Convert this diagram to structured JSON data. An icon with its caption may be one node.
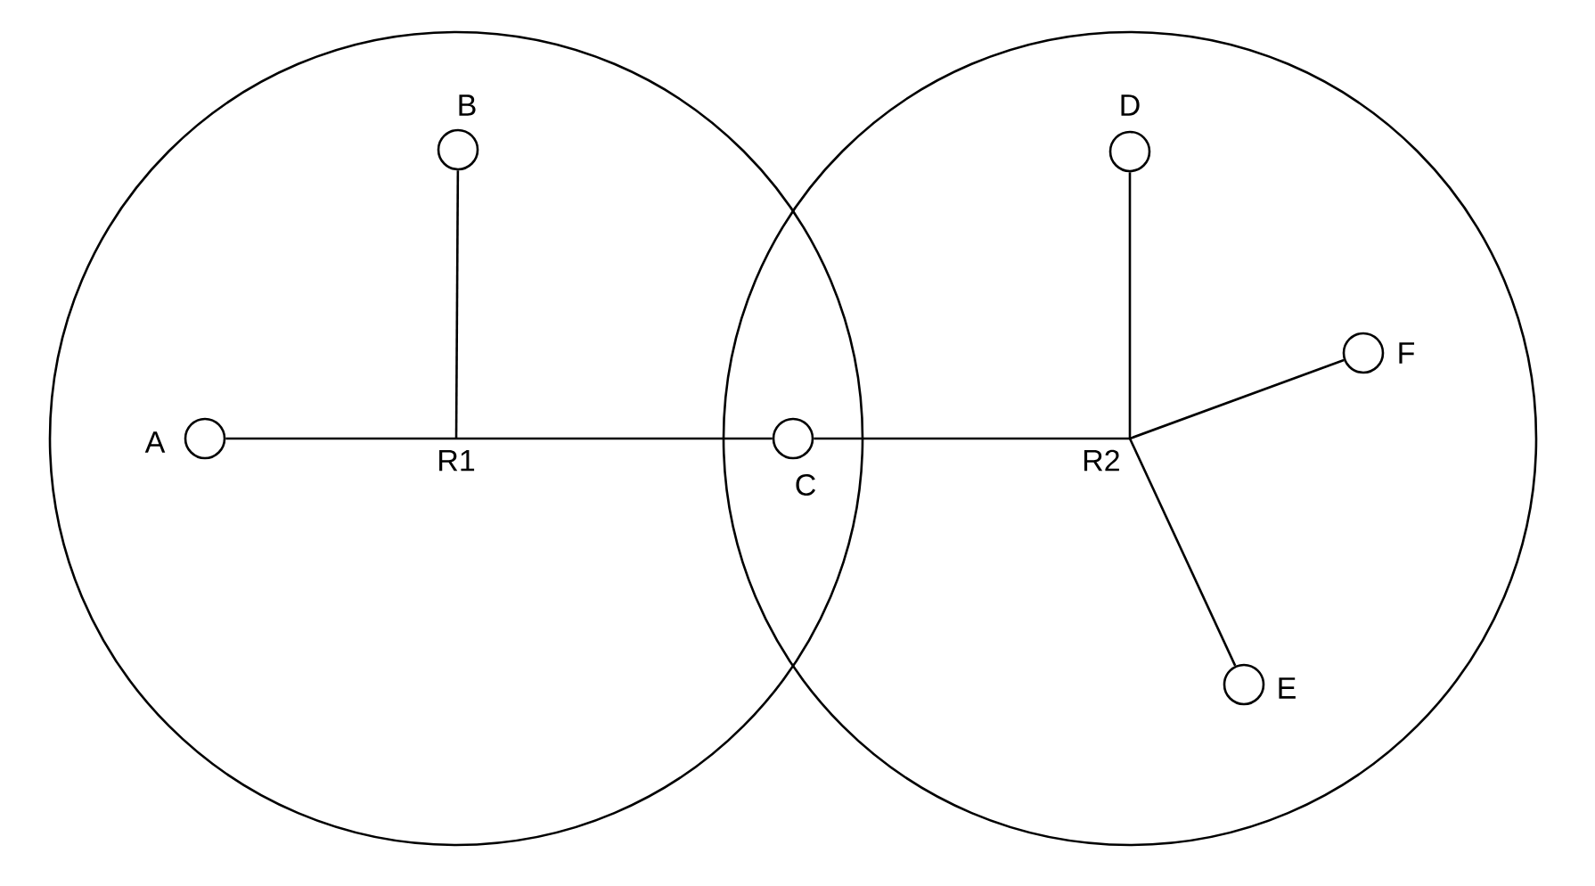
{
  "diagram": {
    "nodes": [
      {
        "text": [],
        "shape": "circle"
      },
      {
        "text": [],
        "shape": "circle",
        "beside": [
          "B"
        ],
        "in": 0
      },
      {
        "text": [],
        "shape": "circle",
        "beside": [
          "A"
        ],
        "in": 0
      },
      {
        "text": [
          "R1"
        ],
        "in": 0
      },
      {
        "text": [],
        "shape": "circle",
        "beside": [
          "C"
        ]
      },
      {
        "text": [],
        "shape": "circle"
      },
      {
        "text": [],
        "shape": "circle",
        "beside": [
          "D"
        ],
        "in": 5
      },
      {
        "text": [],
        "shape": "circle",
        "beside": [
          "F"
        ],
        "in": 5
      },
      {
        "text": [
          "R2"
        ],
        "in": 5
      },
      {
        "text": [],
        "shape": "circle",
        "beside": [
          "E"
        ],
        "in": 5
      }
    ],
    "edges": [
      {
        "from": 2,
        "to": 3,
        "arrow": "none"
      },
      {
        "from": 1,
        "to": 3,
        "arrow": "none"
      },
      {
        "from": 3,
        "to": 4,
        "arrow": "none"
      },
      {
        "from": 4,
        "to": 8,
        "arrow": "none"
      },
      {
        "from": 8,
        "to": 6,
        "arrow": "none"
      },
      {
        "from": 8,
        "to": 7,
        "arrow": "none"
      },
      {
        "from": 8,
        "to": 9,
        "arrow": "none"
      }
    ]
  }
}
